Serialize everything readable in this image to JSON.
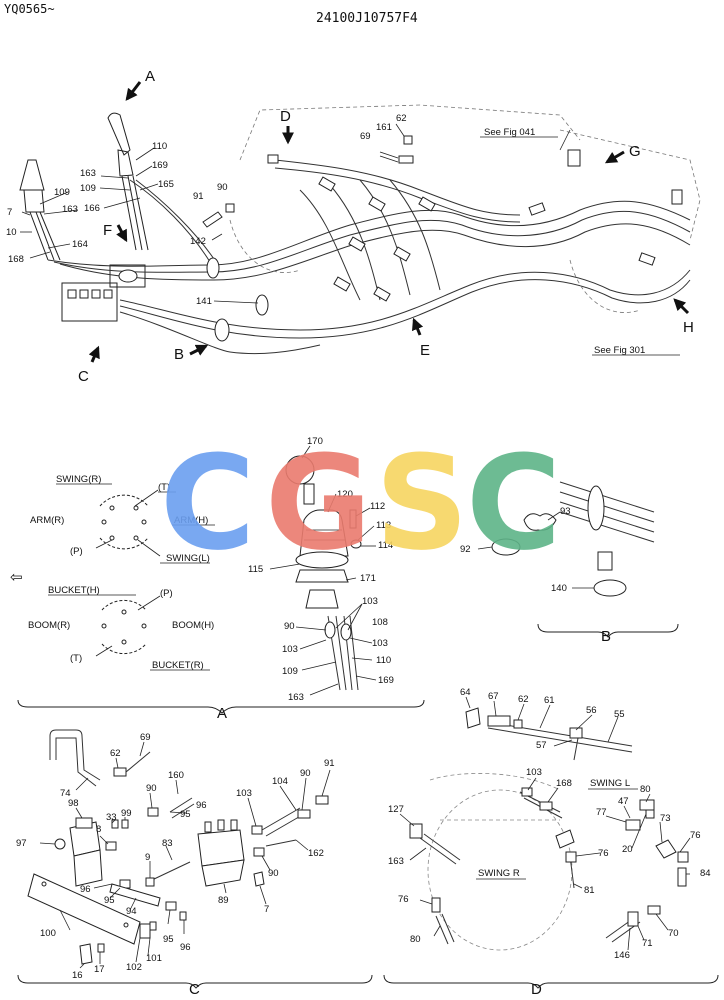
{
  "header": {
    "model_code": "YQ0565~",
    "part_number": "24100J10757F4"
  },
  "watermark": {
    "text": "CGSC",
    "colors": [
      "#6b9ff0",
      "#ea7b6e",
      "#f7d561",
      "#5eb488"
    ]
  },
  "main_view": {
    "callouts": [
      "A",
      "B",
      "C",
      "D",
      "E",
      "F",
      "G",
      "H"
    ],
    "refs": [
      "See Fig 041",
      "See Fig 301"
    ],
    "labels": [
      {
        "id": "110",
        "t": "110"
      },
      {
        "id": "163a",
        "t": "163"
      },
      {
        "id": "169",
        "t": "169"
      },
      {
        "id": "109a",
        "t": "109"
      },
      {
        "id": "165",
        "t": "165"
      },
      {
        "id": "166",
        "t": "166"
      },
      {
        "id": "109b",
        "t": "109"
      },
      {
        "id": "163b",
        "t": "163"
      },
      {
        "id": "7",
        "t": "7"
      },
      {
        "id": "10",
        "t": "10"
      },
      {
        "id": "164",
        "t": "164"
      },
      {
        "id": "168",
        "t": "168"
      },
      {
        "id": "91",
        "t": "91"
      },
      {
        "id": "90",
        "t": "90"
      },
      {
        "id": "142",
        "t": "142"
      },
      {
        "id": "141",
        "t": "141"
      },
      {
        "id": "69",
        "t": "69"
      },
      {
        "id": "161",
        "t": "161"
      },
      {
        "id": "62",
        "t": "62"
      }
    ]
  },
  "section_a": {
    "title": "A",
    "lever_right": {
      "swing_r": "SWING(R)",
      "t": "(T)",
      "arm_r": "ARM(R)",
      "arm_h": "ARM(H)",
      "p": "(P)",
      "swing_l": "SWING(L)"
    },
    "lever_left": {
      "bucket_h": "BUCKET(H)",
      "p": "(P)",
      "boom_r": "BOOM(R)",
      "boom_h": "BOOM(H)",
      "t": "(T)",
      "bucket_r": "BUCKET(R)"
    },
    "arrow": "⇦",
    "labels": [
      {
        "id": "170",
        "t": "170"
      },
      {
        "id": "120",
        "t": "120"
      },
      {
        "id": "112",
        "t": "112"
      },
      {
        "id": "113",
        "t": "113"
      },
      {
        "id": "114",
        "t": "114"
      },
      {
        "id": "115",
        "t": "115"
      },
      {
        "id": "171",
        "t": "171"
      },
      {
        "id": "103a",
        "t": "103"
      },
      {
        "id": "108",
        "t": "108"
      },
      {
        "id": "90",
        "t": "90"
      },
      {
        "id": "103b",
        "t": "103"
      },
      {
        "id": "103c",
        "t": "103"
      },
      {
        "id": "109",
        "t": "109"
      },
      {
        "id": "110",
        "t": "110"
      },
      {
        "id": "163",
        "t": "163"
      },
      {
        "id": "169",
        "t": "169"
      }
    ]
  },
  "section_b": {
    "title": "B",
    "labels": [
      {
        "id": "93",
        "t": "93"
      },
      {
        "id": "92",
        "t": "92"
      },
      {
        "id": "140",
        "t": "140"
      }
    ]
  },
  "section_c": {
    "title": "C",
    "labels": [
      {
        "id": "74",
        "t": "74"
      },
      {
        "id": "62",
        "t": "62"
      },
      {
        "id": "69",
        "t": "69"
      },
      {
        "id": "98",
        "t": "98"
      },
      {
        "id": "160",
        "t": "160"
      },
      {
        "id": "99",
        "t": "99"
      },
      {
        "id": "33",
        "t": "33"
      },
      {
        "id": "90a",
        "t": "90"
      },
      {
        "id": "95a",
        "t": "95"
      },
      {
        "id": "96a",
        "t": "96"
      },
      {
        "id": "97",
        "t": "97"
      },
      {
        "id": "8",
        "t": "8"
      },
      {
        "id": "9",
        "t": "9"
      },
      {
        "id": "83",
        "t": "83"
      },
      {
        "id": "96b",
        "t": "96"
      },
      {
        "id": "95b",
        "t": "95"
      },
      {
        "id": "94",
        "t": "94"
      },
      {
        "id": "100",
        "t": "100"
      },
      {
        "id": "95c",
        "t": "95"
      },
      {
        "id": "96c",
        "t": "96"
      },
      {
        "id": "101",
        "t": "101"
      },
      {
        "id": "102",
        "t": "102"
      },
      {
        "id": "16",
        "t": "16"
      },
      {
        "id": "17",
        "t": "17"
      },
      {
        "id": "103",
        "t": "103"
      },
      {
        "id": "104",
        "t": "104"
      },
      {
        "id": "90b",
        "t": "90"
      },
      {
        "id": "91",
        "t": "91"
      },
      {
        "id": "162",
        "t": "162"
      },
      {
        "id": "90c",
        "t": "90"
      },
      {
        "id": "89",
        "t": "89"
      },
      {
        "id": "7",
        "t": "7"
      }
    ]
  },
  "section_d": {
    "title": "D",
    "swing_l": "SWING L",
    "swing_r": "SWING R",
    "labels": [
      {
        "id": "64",
        "t": "64"
      },
      {
        "id": "67",
        "t": "67"
      },
      {
        "id": "62",
        "t": "62"
      },
      {
        "id": "61",
        "t": "61"
      },
      {
        "id": "56",
        "t": "56"
      },
      {
        "id": "55",
        "t": "55"
      },
      {
        "id": "57",
        "t": "57"
      },
      {
        "id": "103",
        "t": "103"
      },
      {
        "id": "168",
        "t": "168"
      },
      {
        "id": "127",
        "t": "127"
      },
      {
        "id": "80a",
        "t": "80"
      },
      {
        "id": "47",
        "t": "47"
      },
      {
        "id": "77",
        "t": "77"
      },
      {
        "id": "73",
        "t": "73"
      },
      {
        "id": "76a",
        "t": "76"
      },
      {
        "id": "20",
        "t": "20"
      },
      {
        "id": "76b",
        "t": "76"
      },
      {
        "id": "84",
        "t": "84"
      },
      {
        "id": "163",
        "t": "163"
      },
      {
        "id": "81",
        "t": "81"
      },
      {
        "id": "76c",
        "t": "76"
      },
      {
        "id": "80b",
        "t": "80"
      },
      {
        "id": "146",
        "t": "146"
      },
      {
        "id": "71",
        "t": "71"
      },
      {
        "id": "70",
        "t": "70"
      }
    ]
  }
}
